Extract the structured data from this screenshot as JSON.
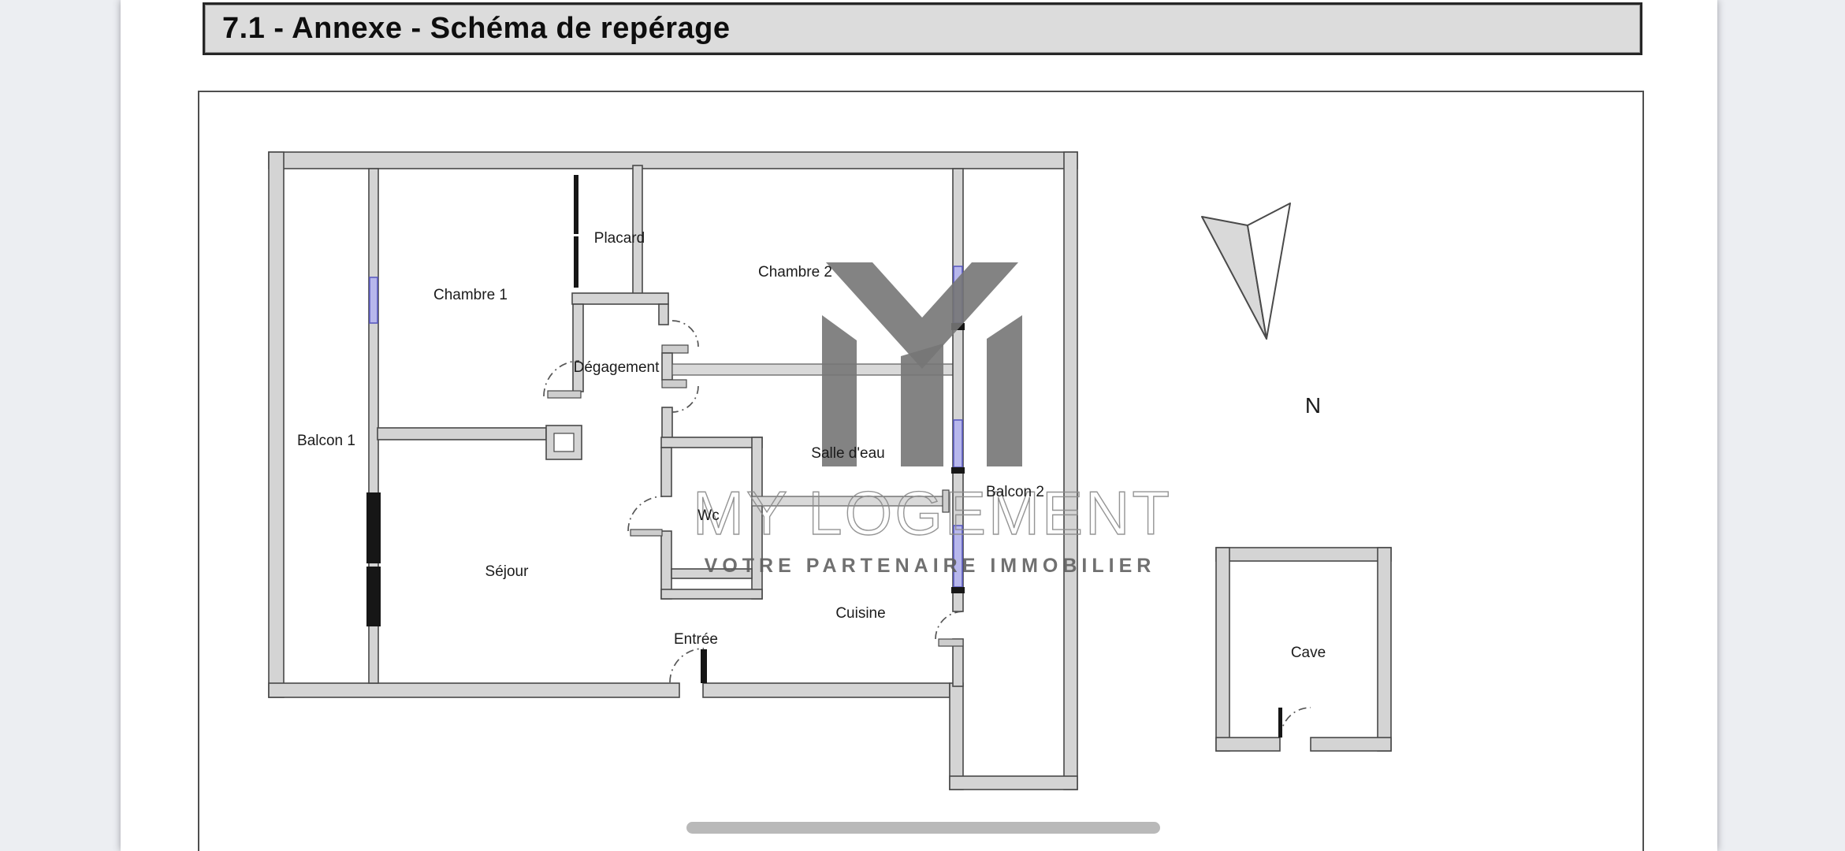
{
  "header": {
    "title": "7.1 - Annexe - Schéma de repérage"
  },
  "floor_plan": {
    "rooms": {
      "balcon1": {
        "label": "Balcon 1"
      },
      "chambre1": {
        "label": "Chambre 1"
      },
      "placard": {
        "label": "Placard"
      },
      "chambre2": {
        "label": "Chambre 2"
      },
      "degagement": {
        "label": "Dégagement"
      },
      "salle_deau": {
        "label": "Salle d'eau"
      },
      "wc": {
        "label": "Wc"
      },
      "balcon2": {
        "label": "Balcon 2"
      },
      "sejour": {
        "label": "Séjour"
      },
      "cuisine": {
        "label": "Cuisine"
      },
      "entree": {
        "label": "Entrée"
      },
      "cave": {
        "label": "Cave"
      }
    },
    "compass": {
      "label": "N"
    },
    "watermark": {
      "monogram": "MY",
      "brand": "MY LOGEMENT",
      "tagline": "VOTRE PARTENAIRE IMMOBILIER"
    },
    "colors": {
      "wall_fill": "#d4d4d4",
      "wall_outline": "#484848",
      "window_blue": "#5b5bc0",
      "door_black": "#161616",
      "watermark_gray": "#8a8a8a",
      "header_fill": "#dcdcdc"
    }
  }
}
